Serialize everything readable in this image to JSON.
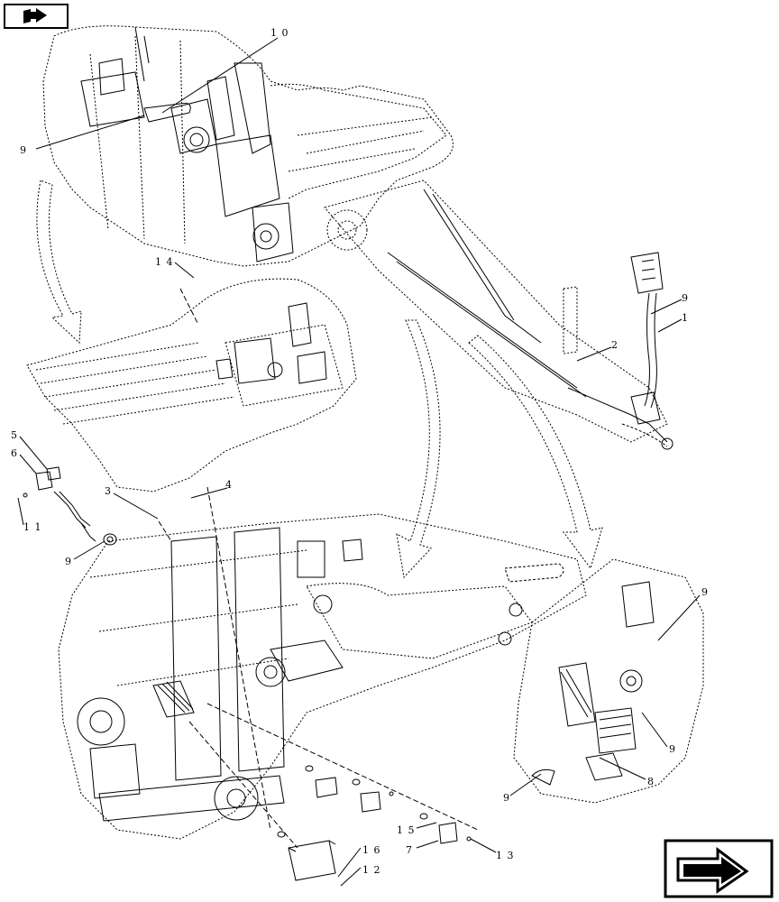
{
  "navigation": {
    "top_left_icon": "book-arrow-icon",
    "bottom_right_icon": "next-page-arrow-icon"
  },
  "callouts": [
    {
      "id": "c10a",
      "label": "1 0"
    },
    {
      "id": "c9a",
      "label": "9"
    },
    {
      "id": "c14",
      "label": "1 4"
    },
    {
      "id": "c9b",
      "label": "9"
    },
    {
      "id": "c1",
      "label": "1"
    },
    {
      "id": "c2",
      "label": "2"
    },
    {
      "id": "c5",
      "label": "5"
    },
    {
      "id": "c6",
      "label": "6"
    },
    {
      "id": "c3",
      "label": "3"
    },
    {
      "id": "c4",
      "label": "4"
    },
    {
      "id": "c11",
      "label": "1 1"
    },
    {
      "id": "c9c",
      "label": "9"
    },
    {
      "id": "c9d",
      "label": "9"
    },
    {
      "id": "c9e",
      "label": "9"
    },
    {
      "id": "c8",
      "label": "8"
    },
    {
      "id": "c9f",
      "label": "9"
    },
    {
      "id": "c15",
      "label": "1 5"
    },
    {
      "id": "c7",
      "label": "7"
    },
    {
      "id": "c13",
      "label": "1 3"
    },
    {
      "id": "c16",
      "label": "1 6"
    },
    {
      "id": "c12",
      "label": "1 2"
    }
  ]
}
